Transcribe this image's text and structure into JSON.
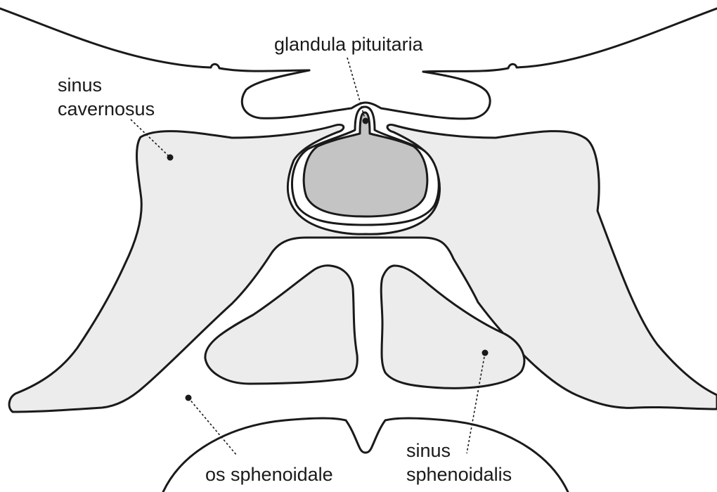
{
  "labels": {
    "glandula_pituitaria": "glandula pituitaria",
    "sinus_cavernosus_line1": "sinus",
    "sinus_cavernosus_line2": "cavernosus",
    "os_sphenoidale": "os sphenoidale",
    "sinus_sphenoidalis_line1": "sinus",
    "sinus_sphenoidalis_line2": "sphenoidalis"
  },
  "colors": {
    "fill_light": "#ececec",
    "fill_gland": "#c4c4c4",
    "stroke": "#1a1a1a",
    "background": "#ffffff"
  }
}
